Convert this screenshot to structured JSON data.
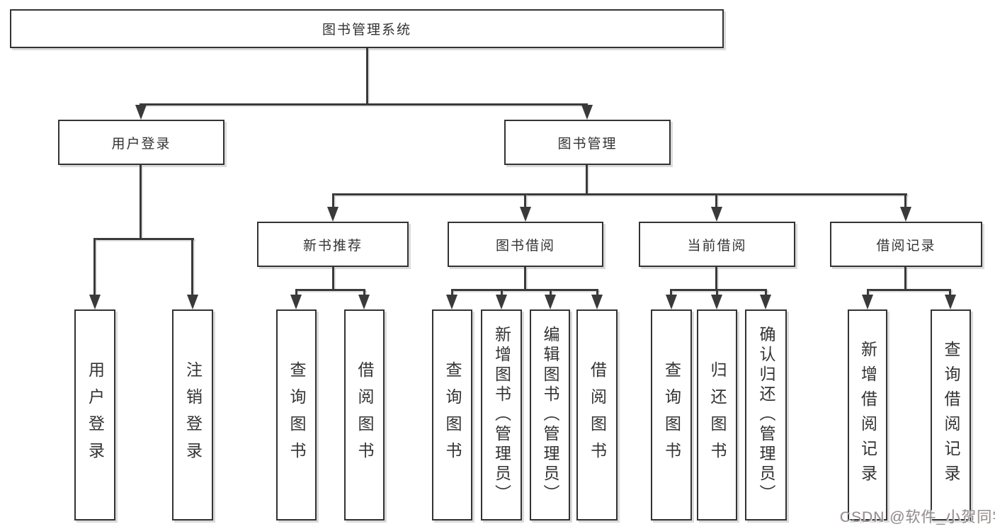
{
  "diagram_type": "hierarchy-tree",
  "watermark": "CSDN @软件_小贺同学",
  "colors": {
    "background": "#ffffff",
    "line": "#3a3a3a",
    "box_border": "#333333",
    "text": "#333333",
    "watermark": "#8f8f8f"
  },
  "tree": {
    "label": "图书管理系统",
    "children": [
      {
        "label": "用户登录",
        "children": [
          "用户登录",
          "注销登录"
        ]
      },
      {
        "label": "图书管理",
        "children": [
          {
            "label": "新书推荐",
            "children": [
              "查询图书",
              "借阅图书"
            ]
          },
          {
            "label": "图书借阅",
            "children": [
              "查询图书",
              "新增图书（管理员）",
              "编辑图书（管理员）",
              "借阅图书"
            ]
          },
          {
            "label": "当前借阅",
            "children": [
              "查询图书",
              "归还图书",
              "确认归还（管理员）"
            ]
          },
          {
            "label": "借阅记录",
            "children": [
              "新增借阅记录",
              "查询借阅记录"
            ]
          }
        ]
      }
    ]
  }
}
